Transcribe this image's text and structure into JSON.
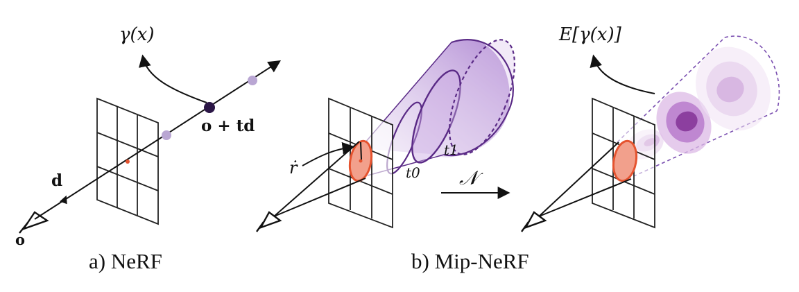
{
  "panel_a": {
    "caption": "a) NeRF",
    "encoding_label": "γ(x)",
    "point_label": "o + td",
    "direction_label": "d",
    "origin_label": "o"
  },
  "panel_b": {
    "caption": "b) Mip-NeRF",
    "radius_label": "ṙ",
    "t0_label": "t0",
    "t1_label": "t1",
    "normal_label": "𝒩",
    "expected_label": "E[γ(x)]"
  },
  "colors": {
    "cone_fill": "#b48fd1",
    "cone_stroke": "#5a2a86",
    "pixel_fill": "#f2a08c",
    "pixel_stroke": "#e5532f",
    "sample_point": "#b9a6d3",
    "dark_point": "#2b1646",
    "gaussian": "#9c4fae"
  }
}
